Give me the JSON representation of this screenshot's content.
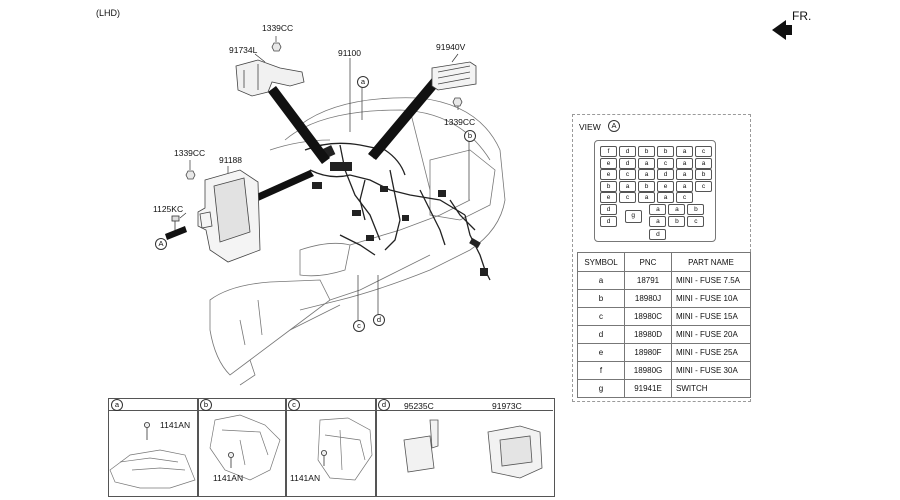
{
  "header": {
    "variant": "(LHD)",
    "front_label": "FR."
  },
  "parts": {
    "p1339cc_top": "1339CC",
    "p91734l": "91734L",
    "p91100": "91100",
    "p91940v": "91940V",
    "p1339cc_right": "1339CC",
    "p1339cc_left": "1339CC",
    "p91188": "91188",
    "p1125kc": "1125KC"
  },
  "callouts": {
    "a": "a",
    "b": "b",
    "c": "c",
    "d": "d",
    "A": "A"
  },
  "view": {
    "title": "VIEW",
    "ref": "A",
    "fuse_rows": [
      [
        "f",
        "d",
        "b",
        "b",
        "a",
        "c"
      ],
      [
        "e",
        "d",
        "a",
        "c",
        "a",
        "a"
      ],
      [
        "e",
        "c",
        "a",
        "d",
        "a",
        "b"
      ],
      [
        "b",
        "a",
        "b",
        "e",
        "a",
        "c"
      ],
      [
        "e",
        "c",
        "a",
        "a",
        "c"
      ],
      [
        "d",
        "a",
        "a",
        "b"
      ],
      [
        "d",
        "g",
        "a",
        "b",
        "c"
      ],
      [
        "d"
      ]
    ]
  },
  "legend": {
    "headers": [
      "SYMBOL",
      "PNC",
      "PART NAME"
    ],
    "rows": [
      [
        "a",
        "18791",
        "MINI - FUSE 7.5A"
      ],
      [
        "b",
        "18980J",
        "MINI - FUSE 10A"
      ],
      [
        "c",
        "18980C",
        "MINI - FUSE 15A"
      ],
      [
        "d",
        "18980D",
        "MINI - FUSE 20A"
      ],
      [
        "e",
        "18980F",
        "MINI - FUSE 25A"
      ],
      [
        "f",
        "18980G",
        "MINI - FUSE 30A"
      ],
      [
        "g",
        "91941E",
        "SWITCH"
      ]
    ]
  },
  "subpanels": {
    "a": {
      "tab": "a",
      "part": "1141AN"
    },
    "b": {
      "tab": "b",
      "part": "1141AN"
    },
    "c": {
      "tab": "c",
      "part": "1141AN"
    },
    "d": {
      "tab": "d",
      "part_left": "95235C",
      "part_right": "91973C"
    }
  }
}
